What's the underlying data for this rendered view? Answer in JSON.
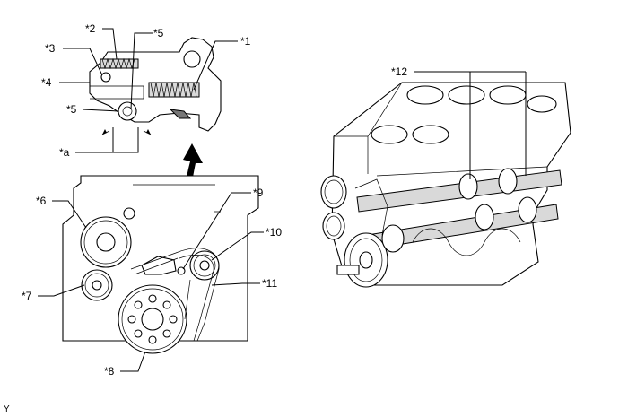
{
  "callouts": {
    "c1": "*1",
    "c2": "*2",
    "c3": "*3",
    "c4": "*4",
    "c5_top": "*5",
    "c5_left": "*5",
    "ca": "*a",
    "c6": "*6",
    "c7": "*7",
    "c8": "*8",
    "c9": "*9",
    "c10": "*10",
    "c11": "*11",
    "c12": "*12"
  },
  "footer": {
    "code": "Y"
  }
}
